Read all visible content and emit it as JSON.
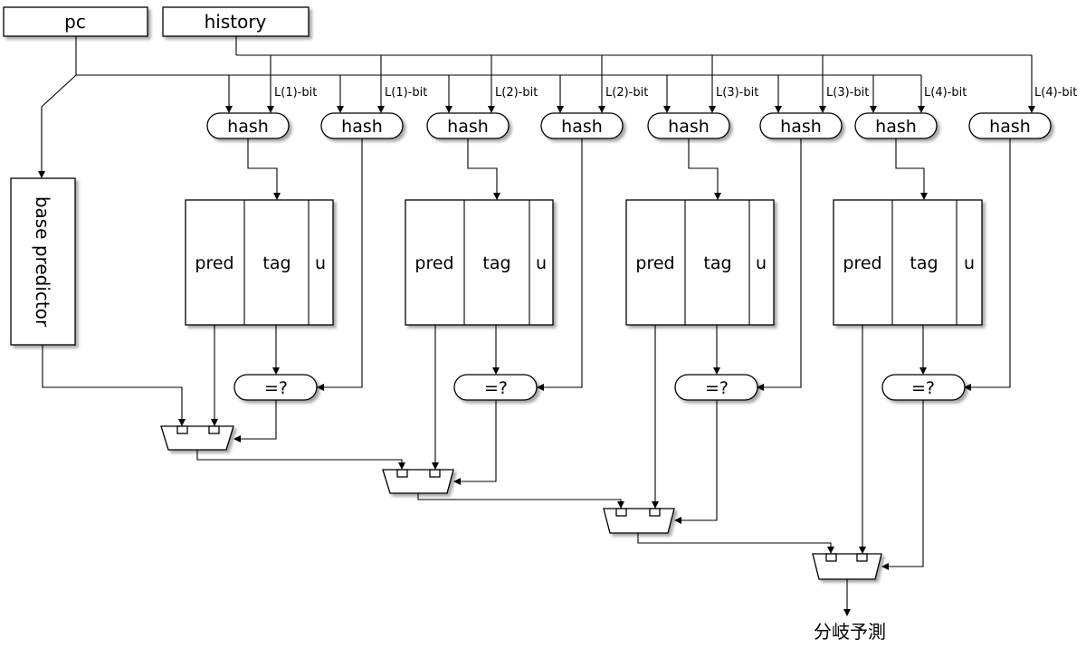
{
  "inputs": {
    "pc": "pc",
    "history": "history"
  },
  "base_predictor": "base predictor",
  "hash_label": "hash",
  "compare_label": "=?",
  "table_columns": [
    "pred",
    "tag",
    "u"
  ],
  "history_bits": [
    "L(1)-bit",
    "L(1)-bit",
    "L(2)-bit",
    "L(2)-bit",
    "L(3)-bit",
    "L(3)-bit",
    "L(4)-bit",
    "L(4)-bit"
  ],
  "output": "分岐予測"
}
